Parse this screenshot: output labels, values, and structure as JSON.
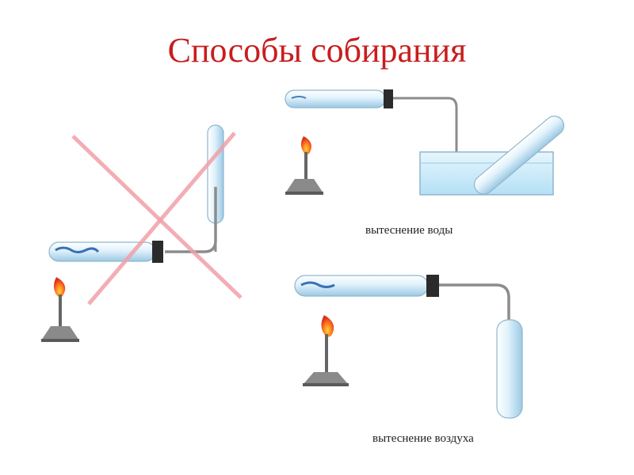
{
  "title": "Способы собирания",
  "methods": [
    {
      "label": "вытеснение воды"
    },
    {
      "label": "вытеснение воздуха"
    }
  ],
  "colors": {
    "title": "#c81e1e",
    "cross": "#f0a0a8",
    "glass": "#dff0fa",
    "water": "#bfe6f8",
    "flame": "#e0501e"
  }
}
